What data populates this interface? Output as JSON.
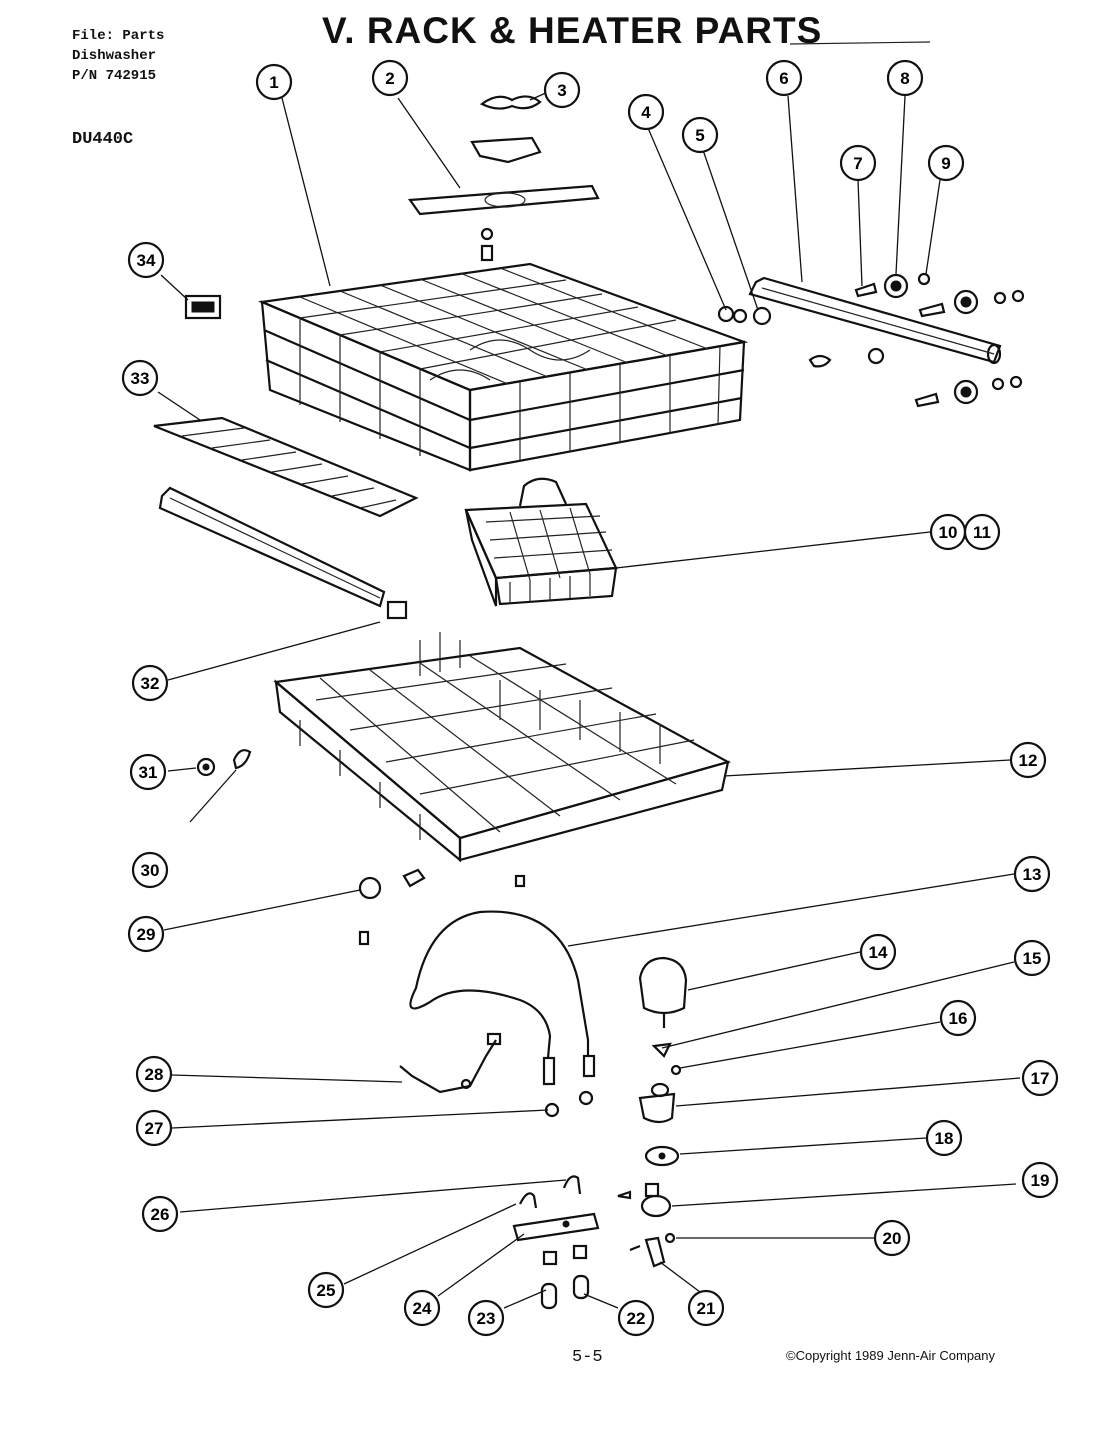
{
  "header": {
    "file_line1": "File: Parts",
    "file_line2": "Dishwasher",
    "file_line3": "P/N 742915",
    "model": "DU440C",
    "title": "V. RACK & HEATER PARTS"
  },
  "footer": {
    "page": "5-5",
    "copyright": "©Copyright 1989 Jenn-Air Company"
  },
  "callouts": [
    {
      "label": "1"
    },
    {
      "label": "2"
    },
    {
      "label": "3"
    },
    {
      "label": "4"
    },
    {
      "label": "5"
    },
    {
      "label": "6"
    },
    {
      "label": "7"
    },
    {
      "label": "8"
    },
    {
      "label": "9"
    },
    {
      "label": "10"
    },
    {
      "label": "11"
    },
    {
      "label": "12"
    },
    {
      "label": "13"
    },
    {
      "label": "14"
    },
    {
      "label": "15"
    },
    {
      "label": "16"
    },
    {
      "label": "17"
    },
    {
      "label": "18"
    },
    {
      "label": "19"
    },
    {
      "label": "20"
    },
    {
      "label": "21"
    },
    {
      "label": "22"
    },
    {
      "label": "23"
    },
    {
      "label": "24"
    },
    {
      "label": "25"
    },
    {
      "label": "26"
    },
    {
      "label": "27"
    },
    {
      "label": "28"
    },
    {
      "label": "29"
    },
    {
      "label": "30"
    },
    {
      "label": "31"
    },
    {
      "label": "32"
    },
    {
      "label": "33"
    },
    {
      "label": "34"
    }
  ]
}
